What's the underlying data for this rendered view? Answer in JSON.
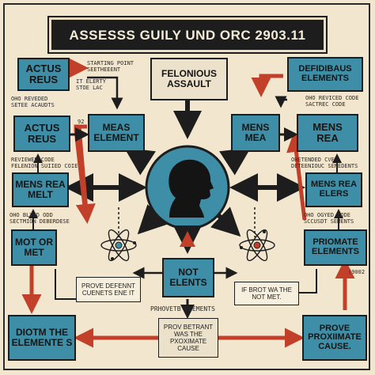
{
  "title": "ASSESSS GUILY UND ORC 2903.11",
  "boxes": {
    "actus_reus_top": "ACTUS\nREUS",
    "felonious_assault": "FELONIOUS\nASSAULT",
    "defidibaus": "DEFIDIBAUS\nELEMENTS",
    "actus_reus_mid": "ACTUS\nREUS",
    "meas_element": "MEAS\nELEMENT",
    "mens_mea": "MENS\nMEA",
    "mens_rea_right": "MENS\nREA",
    "mens_rea_melt": "MENS REA\nMELT",
    "mens_rea_elers": "MENS REA\nELERS",
    "mot_or_met": "MOT OR\nMET",
    "not_elements": "NOT\nELENTS",
    "priomate": "PRIOMATE\nELEMENTS",
    "diotm": "DIOTM THE\nELEMENTE S",
    "prove_proximate": "PROVE\nPROXIIMATE\nCAUSE."
  },
  "notes": {
    "starting_point": "STARTING POINT\nSEETHEEENT",
    "elerty": "IT ELERTY\nSTOE LAC",
    "ohio_reviewed": "OHO REVEDED\nSETEE ACAUDTS",
    "reviewed_code_left": "REVIEWED CODE\nFELENION SUIIED COIE",
    "ohio_blyed": "OHO BLYED ODD\nSECTMION DEBERDESE",
    "ohio_reviced": "OHO REVICED CODE\nSACTREC CODE",
    "ohetended": "OHETENDED CVE\nDETEENIOUC SENEDENTS",
    "ohio_ogyed": "OHO OGYED CODE\nSCCUSDT SEMENTS",
    "num_92": "92",
    "num_0902": "(9002",
    "prove_defennt": "PROVE DEFENNT\nCUENETS ENE IT",
    "prhovetb": "PRHOVETB ELEMENTS",
    "if_brot": "IF BROT WA THE\nNOT MET.",
    "prov_betrant": "PROV BETRANT\nWAS THE\nPXOXIMATE CAUSE"
  },
  "icons": [
    "head-silhouette-icon",
    "atom-icon-left",
    "atom-icon-right"
  ],
  "colors": {
    "teal": "#3d8ea6",
    "red_arrow": "#c2402a",
    "ink": "#1d1d1d",
    "paper": "#f3e6cf"
  }
}
